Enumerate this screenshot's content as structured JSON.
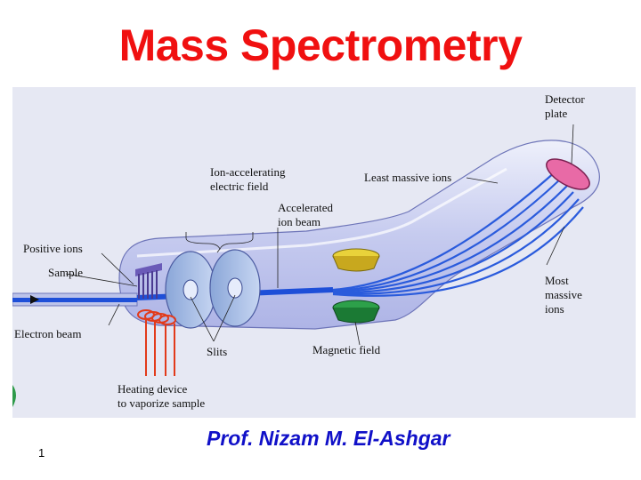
{
  "slide": {
    "title": "Mass Spectrometry",
    "author": "Prof. Nizam M. El-Ashgar",
    "number": "1"
  },
  "diagram": {
    "labels": {
      "detector_line1": "Detector",
      "detector_line2": "plate",
      "least_massive": "Least massive ions",
      "ion_accel_line1": "Ion-accelerating",
      "ion_accel_line2": "electric field",
      "accel_beam_line1": "Accelerated",
      "accel_beam_line2": "ion beam",
      "positive_ions": "Positive ions",
      "sample": "Sample",
      "most_line1": "Most",
      "most_line2": "massive",
      "most_line3": "ions",
      "electron_beam": "Electron beam",
      "slits": "Slits",
      "magnetic_field": "Magnetic field",
      "heating_line1": "Heating device",
      "heating_line2": "to vaporize sample"
    },
    "colors": {
      "title": "#f01010",
      "author": "#1010c8",
      "background": "#e4e6f3",
      "tube": "#c9cdf0",
      "beam": "#1e4fd8",
      "magnet_top": "#e3c82a",
      "magnet_bottom": "#1f8a3a",
      "detector": "#e86aa6",
      "heater": "#e23a1a"
    }
  }
}
